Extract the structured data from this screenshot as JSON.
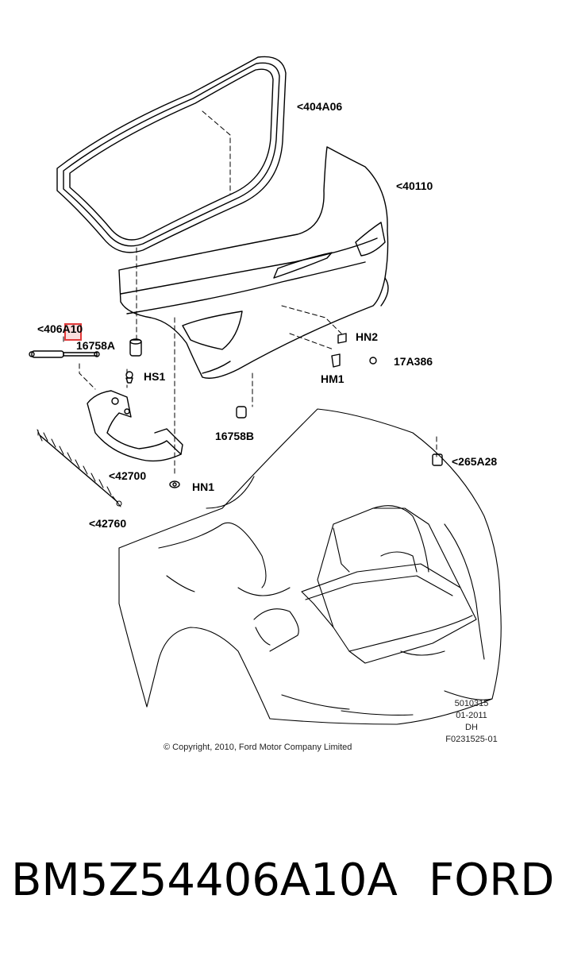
{
  "parts": {
    "p404A06": "<404A06",
    "p40110": "<40110",
    "p406A10": "<406A10",
    "p16758A": "16758A",
    "HN2": "HN2",
    "HS1": "HS1",
    "HM1": "HM1",
    "p17A386": "17A386",
    "p16758B": "16758B",
    "p265A28": "<265A28",
    "p42700": "<42700",
    "HN1": "HN1",
    "p42760": "<42760"
  },
  "meta": {
    "code": "5010315",
    "date": "01-2011",
    "initials": "DH",
    "figure": "F0231525-01"
  },
  "copyright": "© Copyright, 2010, Ford Motor Company Limited",
  "footer": {
    "part_number": "BM5Z54406A10A",
    "brand": "FORD"
  },
  "highlight_color": "#e23a3a"
}
